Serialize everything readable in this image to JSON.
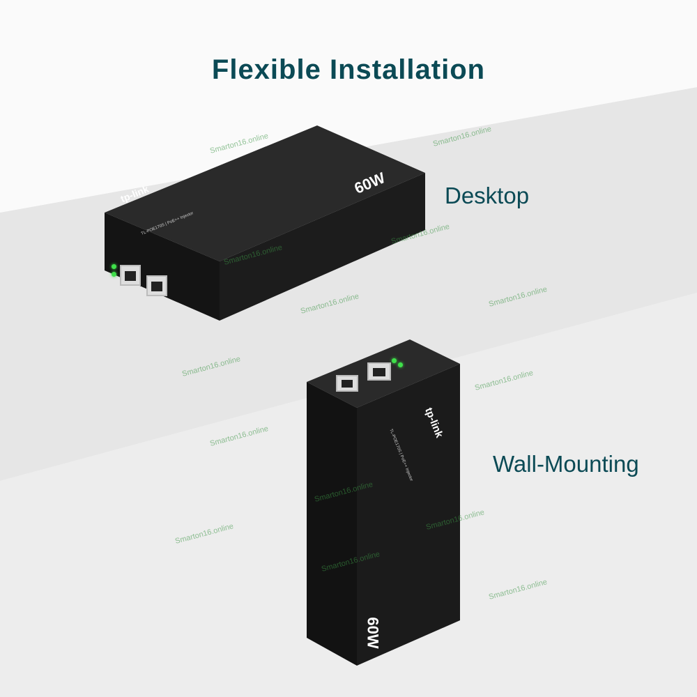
{
  "title": "Flexible Installation",
  "labels": {
    "desktop": "Desktop",
    "wall": "Wall-Mounting"
  },
  "device": {
    "brand": "tp-link",
    "model": "TL-POE170S | PoE++ Injector",
    "power": "60W"
  },
  "watermark": "Smarton16.online",
  "colors": {
    "accent": "#0b4a55",
    "led": "#3fe04a",
    "device": "#1c1c1c"
  }
}
